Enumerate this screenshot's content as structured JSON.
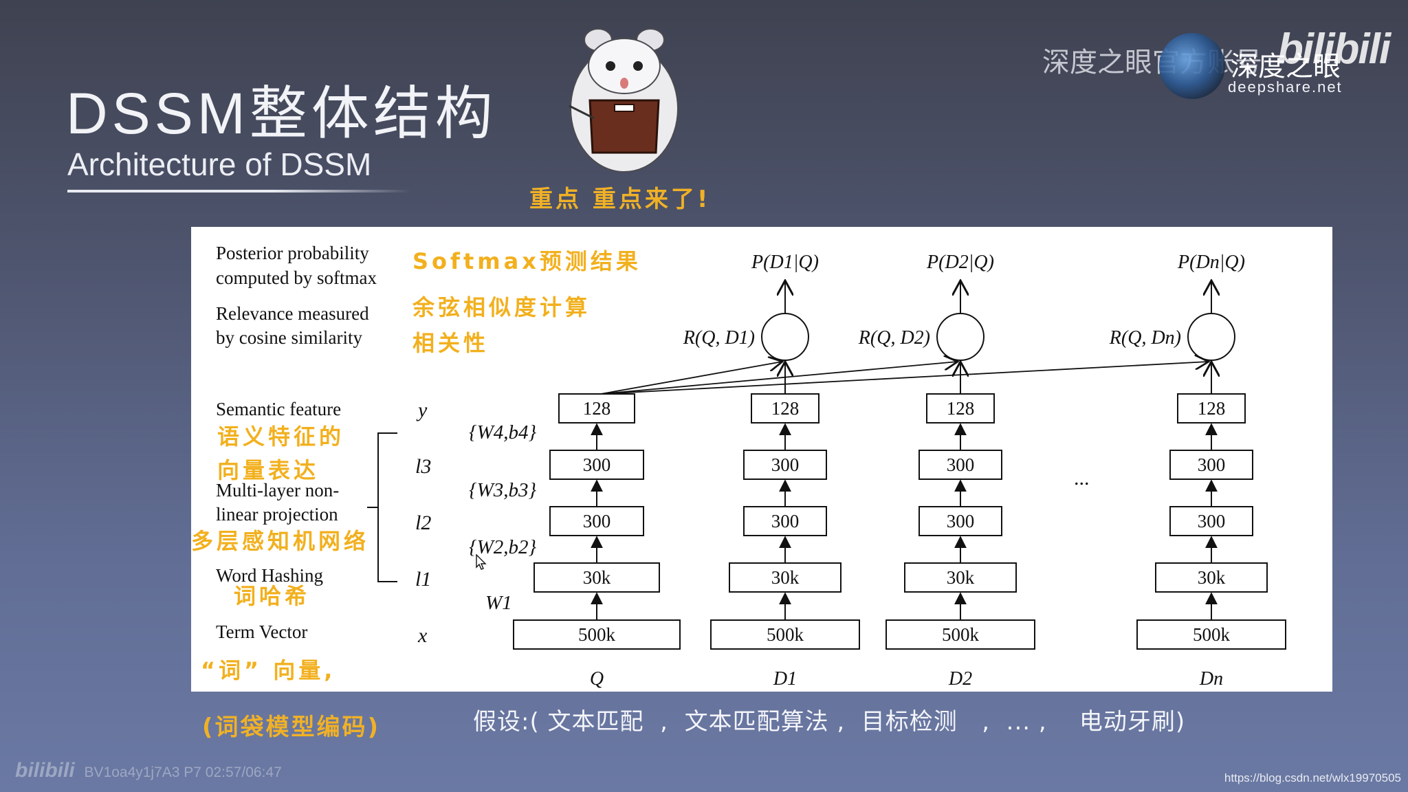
{
  "slide": {
    "title": "DSSM整体结构",
    "subtitle": "Architecture of DSSM",
    "highlight_caption": "重点  重点来了!"
  },
  "watermark": {
    "text": "深度之眼官方账号",
    "brand_name": "深度之眼",
    "brand_url": "deepshare.net",
    "platform_mark": "bilibili"
  },
  "diagram": {
    "left_labels": {
      "posterior_line1": "Posterior probability",
      "posterior_line2": "computed by softmax",
      "relevance_line1": "Relevance measured",
      "relevance_line2": "by cosine similarity",
      "semantic": "Semantic feature",
      "multilayer_line1": "Multi-layer non-",
      "multilayer_line2": "linear projection",
      "word_hashing": "Word Hashing",
      "term_vector": "Term Vector"
    },
    "cn_annotations": {
      "softmax": "Softmax预测结果",
      "cosine_line1": "余弦相似度计算",
      "cosine_line2": "相关性",
      "semantic_line1": "语义特征的",
      "semantic_line2": "向量表达",
      "mlp": "多层感知机网络",
      "hashing": "词哈希",
      "term": "“词” 向量,"
    },
    "layer_vars": [
      "y",
      "l3",
      "l2",
      "l1",
      "x"
    ],
    "weights": [
      "{W4,b4}",
      "{W3,b3}",
      "{W2,b2}",
      "W1"
    ],
    "towers": [
      {
        "input": "Q",
        "layers": [
          "128",
          "300",
          "300",
          "30k",
          "500k"
        ]
      },
      {
        "input": "D1",
        "relevance": "R(Q, D1)",
        "probability": "P(D1|Q)",
        "layers": [
          "128",
          "300",
          "300",
          "30k",
          "500k"
        ]
      },
      {
        "input": "D2",
        "relevance": "R(Q, D2)",
        "probability": "P(D2|Q)",
        "layers": [
          "128",
          "300",
          "300",
          "30k",
          "500k"
        ]
      },
      {
        "input": "Dn",
        "relevance": "R(Q, Dn)",
        "probability": "P(Dn|Q)",
        "layers": [
          "128",
          "300",
          "300",
          "30k",
          "500k"
        ]
      }
    ],
    "ellipsis": "..."
  },
  "captions": {
    "bag_of_words": "(词袋模型编码)",
    "assumption": "假设:( 文本匹配  ,  文本匹配算法 ,  目标检测   ,  ... ,    电动牙刷)"
  },
  "footer": {
    "video_logo": "bilibili",
    "video_id": "BV1oa4y1j7A3 P7 02:57/06:47",
    "source_url": "https://blog.csdn.net/wlx19970505"
  },
  "colors": {
    "accent_orange": "#f2b01e",
    "background_top": "#3f4250",
    "background_bottom": "#6a79a4"
  }
}
